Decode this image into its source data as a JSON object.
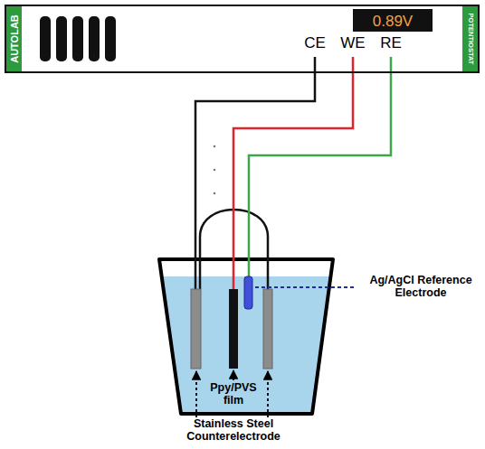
{
  "diagram": {
    "nodes": [
      {
        "text": [
          "CE",
          "WE",
          "RE"
        ]
      },
      {
        "text": [
          "AUTOLAB"
        ],
        "in": 0
      },
      {
        "text": [
          "0.89V"
        ],
        "in": 0
      },
      {
        "text": [
          "POTENTIOSTAT"
        ],
        "in": 0
      }
    ],
    "labels": [
      "Ag/AgCl Reference Electrode",
      "Ppy/PVS film",
      "Stainless Steel Counterelectrode"
    ]
  }
}
